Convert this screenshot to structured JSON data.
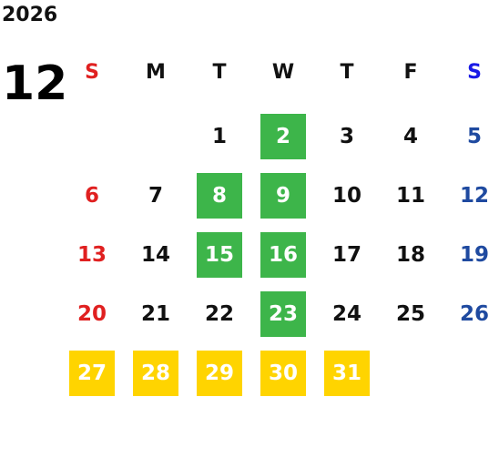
{
  "calendar": {
    "year": "2026",
    "month": "12",
    "weekday_labels": [
      "S",
      "M",
      "T",
      "W",
      "T",
      "F",
      "S"
    ],
    "weekday_colors": [
      "#e02020",
      "#111111",
      "#111111",
      "#111111",
      "#111111",
      "#111111",
      "#1a1ae6"
    ],
    "highlight_colors": {
      "green": "#3db54a",
      "yellow": "#ffd400"
    },
    "weeks": [
      [
        null,
        null,
        {
          "day": "1"
        },
        {
          "day": "2",
          "mark": "green"
        },
        {
          "day": "3"
        },
        {
          "day": "4"
        },
        {
          "day": "5"
        }
      ],
      [
        {
          "day": "6"
        },
        {
          "day": "7"
        },
        {
          "day": "8",
          "mark": "green"
        },
        {
          "day": "9",
          "mark": "green"
        },
        {
          "day": "10"
        },
        {
          "day": "11"
        },
        {
          "day": "12"
        }
      ],
      [
        {
          "day": "13"
        },
        {
          "day": "14"
        },
        {
          "day": "15",
          "mark": "green"
        },
        {
          "day": "16",
          "mark": "green"
        },
        {
          "day": "17"
        },
        {
          "day": "18"
        },
        {
          "day": "19"
        }
      ],
      [
        {
          "day": "20"
        },
        {
          "day": "21"
        },
        {
          "day": "22"
        },
        {
          "day": "23",
          "mark": "green"
        },
        {
          "day": "24"
        },
        {
          "day": "25"
        },
        {
          "day": "26"
        }
      ],
      [
        {
          "day": "27",
          "mark": "yellow"
        },
        {
          "day": "28",
          "mark": "yellow"
        },
        {
          "day": "29",
          "mark": "yellow"
        },
        {
          "day": "30",
          "mark": "yellow"
        },
        {
          "day": "31",
          "mark": "yellow"
        },
        null,
        null
      ]
    ]
  }
}
